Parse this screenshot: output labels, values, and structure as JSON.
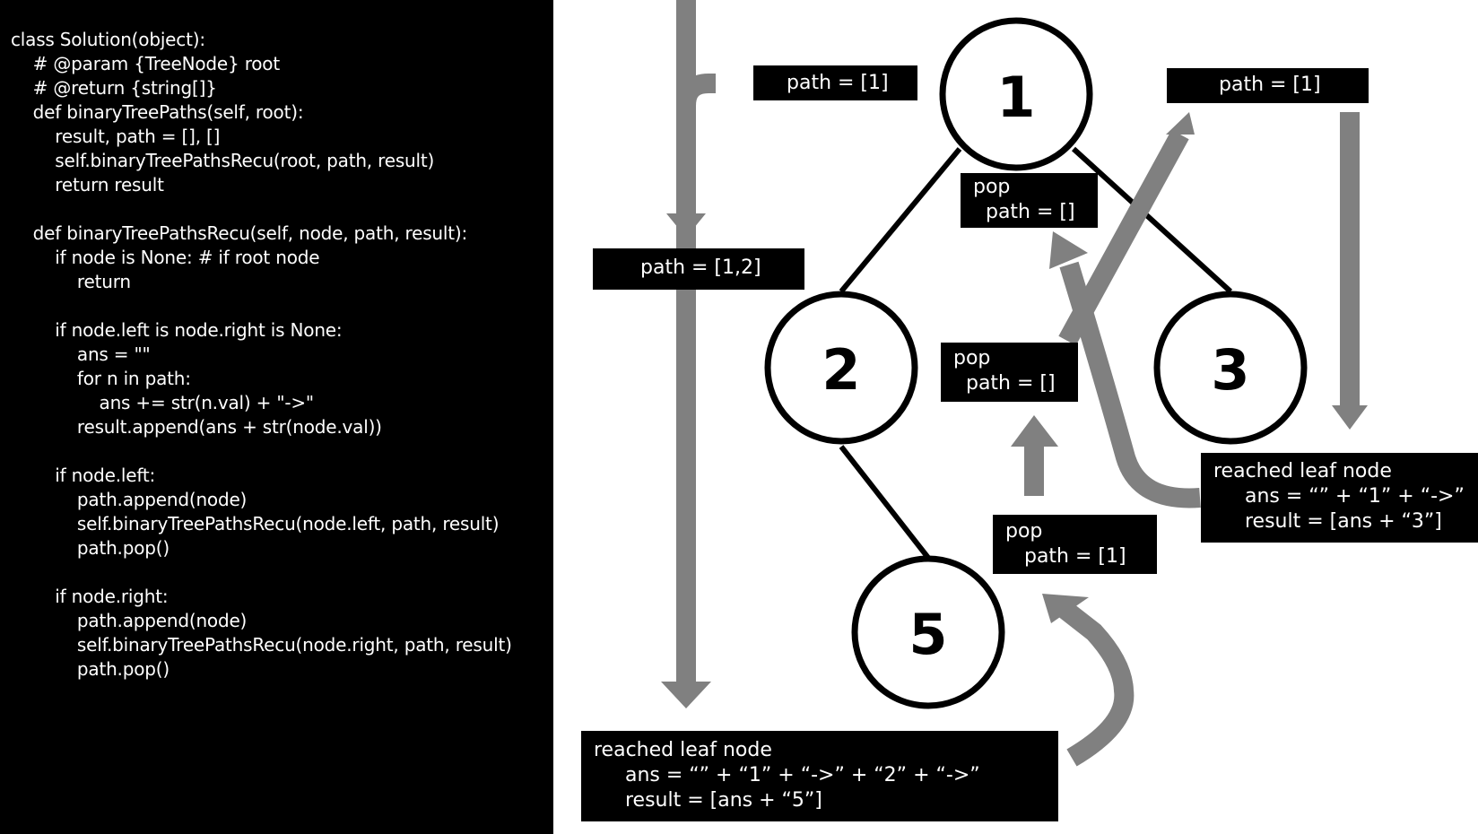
{
  "code": {
    "lines": [
      "class Solution(object):",
      "    # @param {TreeNode} root",
      "    # @return {string[]}",
      "    def binaryTreePaths(self, root):",
      "        result, path = [], []",
      "        self.binaryTreePathsRecu(root, path, result)",
      "        return result",
      "",
      "    def binaryTreePathsRecu(self, node, path, result):",
      "        if node is None: # if root node",
      "            return",
      "",
      "        if node.left is node.right is None:",
      "            ans = \"\"",
      "            for n in path:",
      "                ans += str(n.val) + \"->\"",
      "            result.append(ans + str(node.val))",
      "",
      "        if node.left:",
      "            path.append(node)",
      "            self.binaryTreePathsRecu(node.left, path, result)",
      "            path.pop()",
      "",
      "        if node.right:",
      "            path.append(node)",
      "            self.binaryTreePathsRecu(node.right, path, result)",
      "            path.pop()"
    ]
  },
  "tree": {
    "nodes": [
      {
        "id": "1",
        "label": "1"
      },
      {
        "id": "2",
        "label": "2"
      },
      {
        "id": "3",
        "label": "3"
      },
      {
        "id": "5",
        "label": "5"
      }
    ],
    "edges": [
      {
        "from": "1",
        "to": "2"
      },
      {
        "from": "1",
        "to": "3"
      },
      {
        "from": "2",
        "to": "5"
      }
    ]
  },
  "labels": {
    "path_top_left": [
      "path = [1]"
    ],
    "path_top_right": [
      "path = [1]"
    ],
    "path_left": [
      "path = [1,2]"
    ],
    "pop_top": [
      "pop",
      "  path = []"
    ],
    "pop_middle": [
      "pop",
      "  path = []"
    ],
    "pop_bottom": [
      "pop",
      "   path = [1]"
    ],
    "leaf_right": [
      "reached leaf node",
      "     ans = “” + “1” + “->”",
      "     result = [ans + “3”]"
    ],
    "leaf_bottom": [
      "reached leaf node",
      "     ans = “” + “1” + “->” + “2” + “->”",
      "     result = [ans + “5”]"
    ]
  },
  "colors": {
    "arrow": "#808080",
    "box": "#000000",
    "box_text": "#ffffff",
    "node_stroke": "#000000",
    "code_bg": "#000000"
  }
}
